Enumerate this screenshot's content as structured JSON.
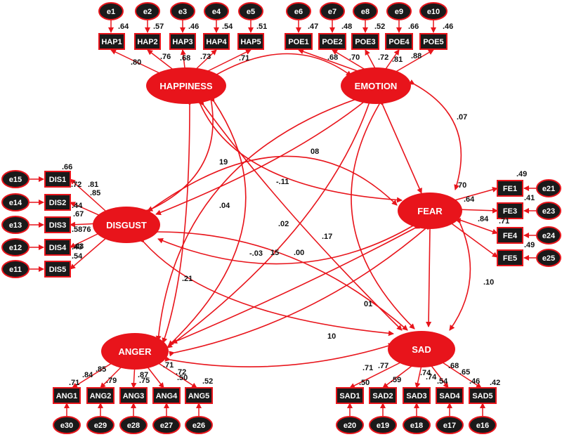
{
  "colors": {
    "accent": "#e8141b",
    "dark": "#1a1a1a",
    "text_light": "#ffffff"
  },
  "latent": {
    "happiness": "HAPPINESS",
    "emotion": "EMOTION",
    "disgust": "DISGUST",
    "fear": "FEAR",
    "anger": "ANGER",
    "sad": "SAD"
  },
  "indicators": {
    "hap": [
      "HAP1",
      "HAP2",
      "HAP3",
      "HAP4",
      "HAP5"
    ],
    "poe": [
      "POE1",
      "POE2",
      "POE3",
      "POE4",
      "POE5"
    ],
    "dis": [
      "DIS1",
      "DIS2",
      "DIS3",
      "DIS4",
      "DIS5"
    ],
    "fe": [
      "FE1",
      "FE3",
      "FE4",
      "FE5"
    ],
    "ang": [
      "ANG1",
      "ANG2",
      "ANG3",
      "ANG4",
      "ANG5"
    ],
    "sad": [
      "SAD1",
      "SAD2",
      "SAD3",
      "SAD4",
      "SAD5"
    ]
  },
  "errors": {
    "hap": [
      "e1",
      "e2",
      "e3",
      "e4",
      "e5"
    ],
    "poe": [
      "e6",
      "e7",
      "e8",
      "e9",
      "e10"
    ],
    "dis": [
      "e15",
      "e14",
      "e13",
      "e12",
      "e11"
    ],
    "fe": [
      "e21",
      "e23",
      "e24",
      "e25"
    ],
    "ang": [
      "e30",
      "e29",
      "e28",
      "e27",
      "e26"
    ],
    "sad": [
      "e20",
      "e19",
      "e18",
      "e17",
      "e16"
    ]
  },
  "r2": {
    "hap": [
      ".64",
      ".57",
      ".46",
      ".54",
      ".51"
    ],
    "poe": [
      ".47",
      ".48",
      ".52",
      ".66",
      ".46"
    ],
    "dis": [
      ".66",
      ".44",
      ".5876",
      ".43",
      ".54"
    ],
    "fe": [
      ".49",
      ".41",
      ".71",
      ".49"
    ],
    "ang": [
      ".71",
      ".79",
      ".75",
      ".50",
      ".52"
    ],
    "sad": [
      ".50",
      ".59",
      ".74",
      ".54",
      ".46",
      ".42"
    ]
  },
  "loadings": {
    "hap": [
      ".80",
      ".76",
      ".68",
      ".73",
      ".71"
    ],
    "poe": [
      ".68",
      ".70",
      ".72",
      ".81",
      ".88"
    ],
    "dis": [
      ".81",
      ".72",
      ".85",
      ".67",
      ".43"
    ],
    "fe": [
      "70",
      ".64",
      ".84"
    ],
    "ang": [
      ".84",
      ".85",
      ".87",
      ".71",
      ".72"
    ],
    "sad": [
      ".71",
      ".77",
      ".74",
      ".68",
      ".65"
    ]
  },
  "correlations": [
    ".07",
    "08",
    "19",
    "-.11",
    ".04",
    ".02",
    ".17",
    "-.03",
    ".21",
    "15",
    ".00",
    ".10",
    "01",
    "10"
  ]
}
